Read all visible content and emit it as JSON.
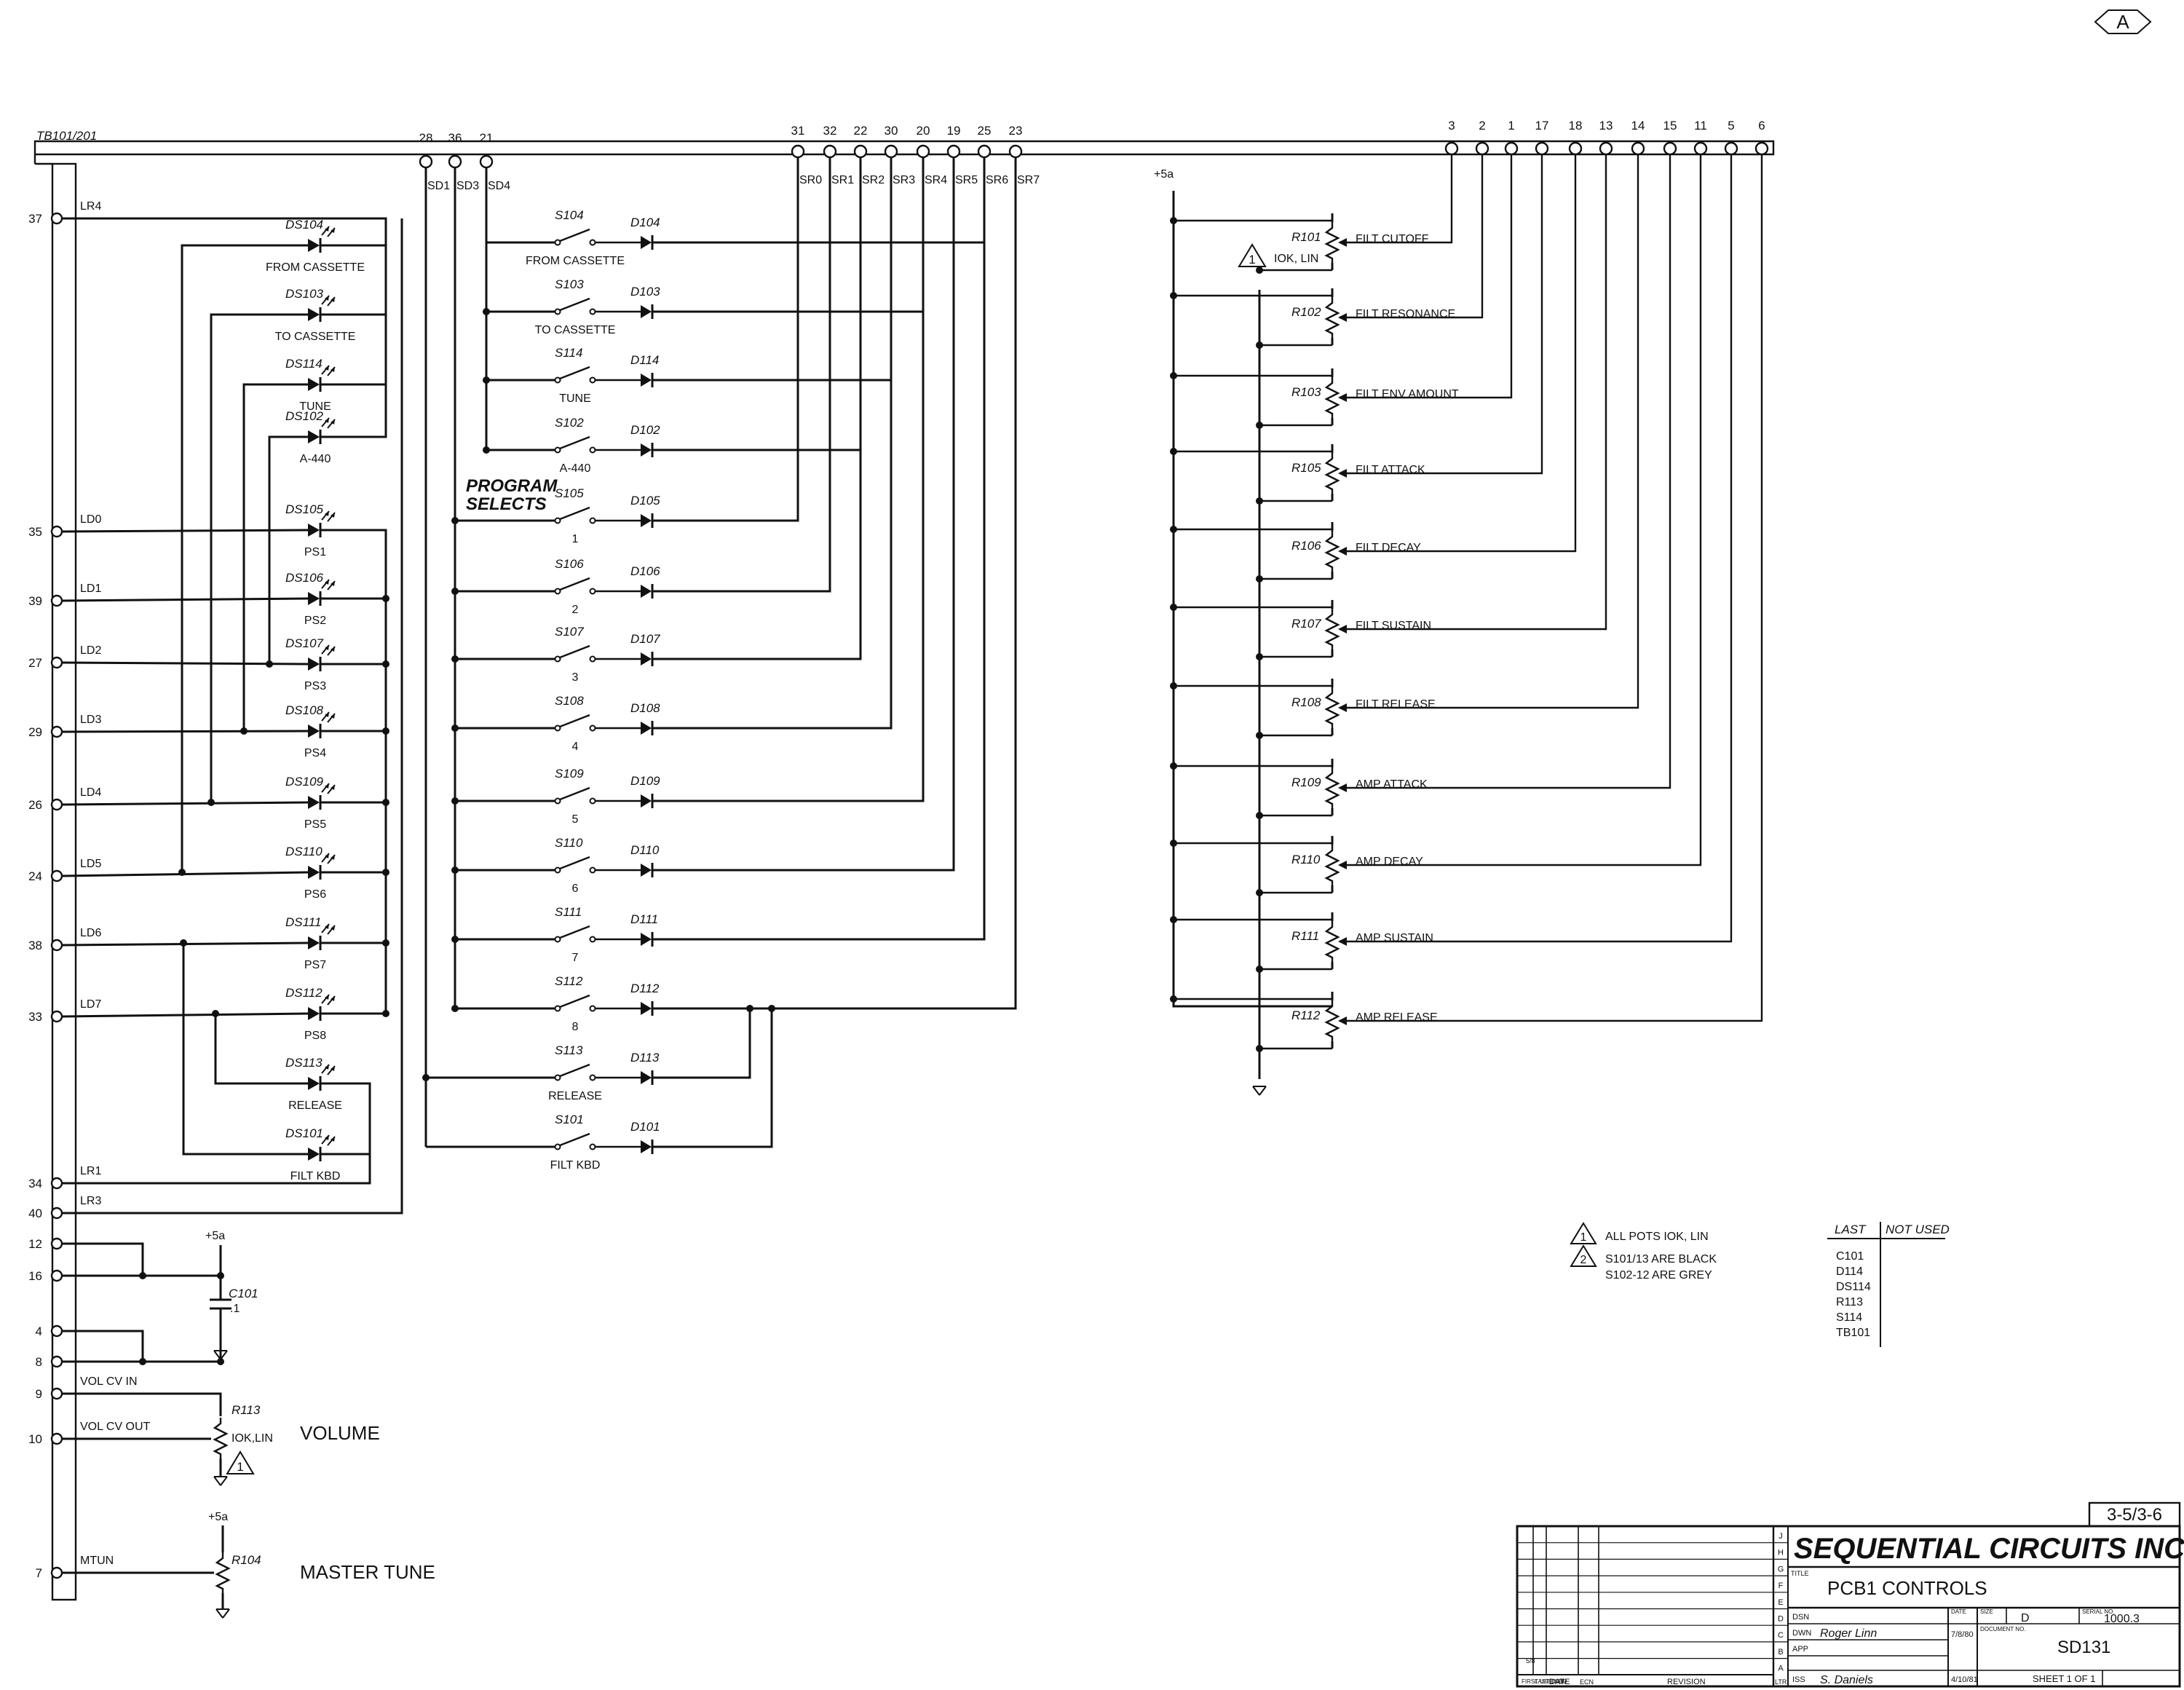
{
  "corner_mark": "A",
  "terminal_block": "TB101/201",
  "top_pins": {
    "sd": [
      {
        "num": "28",
        "net": "SD1"
      },
      {
        "num": "36",
        "net": "SD3"
      },
      {
        "num": "21",
        "net": "SD4"
      }
    ],
    "sr": [
      {
        "num": "31",
        "net": "SR0"
      },
      {
        "num": "32",
        "net": "SR1"
      },
      {
        "num": "22",
        "net": "SR2"
      },
      {
        "num": "30",
        "net": "SR3"
      },
      {
        "num": "20",
        "net": "SR4"
      },
      {
        "num": "19",
        "net": "SR5"
      },
      {
        "num": "25",
        "net": "SR6"
      },
      {
        "num": "23",
        "net": "SR7"
      }
    ],
    "pots": [
      "3",
      "2",
      "1",
      "17",
      "18",
      "13",
      "14",
      "15",
      "11",
      "5",
      "6"
    ]
  },
  "left_pins": [
    {
      "num": "37",
      "net": "LR4"
    },
    {
      "num": "35",
      "net": "LD0"
    },
    {
      "num": "39",
      "net": "LD1"
    },
    {
      "num": "27",
      "net": "LD2"
    },
    {
      "num": "29",
      "net": "LD3"
    },
    {
      "num": "26",
      "net": "LD4"
    },
    {
      "num": "24",
      "net": "LD5"
    },
    {
      "num": "38",
      "net": "LD6"
    },
    {
      "num": "33",
      "net": "LD7"
    },
    {
      "num": "34",
      "net": "LR1"
    },
    {
      "num": "40",
      "net": "LR3"
    },
    {
      "num": "12",
      "net": ""
    },
    {
      "num": "16",
      "net": ""
    },
    {
      "num": "4",
      "net": ""
    },
    {
      "num": "8",
      "net": ""
    },
    {
      "num": "9",
      "net": "VOL CV IN"
    },
    {
      "num": "10",
      "net": "VOL CV OUT"
    },
    {
      "num": "7",
      "net": "MTUN"
    }
  ],
  "leds": [
    {
      "ref": "DS104",
      "label": "FROM CASSETTE"
    },
    {
      "ref": "DS103",
      "label": "TO CASSETTE"
    },
    {
      "ref": "DS114",
      "label": "TUNE"
    },
    {
      "ref": "DS102",
      "label": "A-440"
    },
    {
      "ref": "DS105",
      "label": "PS1"
    },
    {
      "ref": "DS106",
      "label": "PS2"
    },
    {
      "ref": "DS107",
      "label": "PS3"
    },
    {
      "ref": "DS108",
      "label": "PS4"
    },
    {
      "ref": "DS109",
      "label": "PS5"
    },
    {
      "ref": "DS110",
      "label": "PS6"
    },
    {
      "ref": "DS111",
      "label": "PS7"
    },
    {
      "ref": "DS112",
      "label": "PS8"
    },
    {
      "ref": "DS113",
      "label": "RELEASE"
    },
    {
      "ref": "DS101",
      "label": "FILT KBD"
    }
  ],
  "switches": [
    {
      "ref": "S104",
      "diode": "D104",
      "label": "FROM CASSETTE"
    },
    {
      "ref": "S103",
      "diode": "D103",
      "label": "TO CASSETTE"
    },
    {
      "ref": "S114",
      "diode": "D114",
      "label": "TUNE"
    },
    {
      "ref": "S102",
      "diode": "D102",
      "label": "A-440"
    },
    {
      "ref": "S105",
      "diode": "D105",
      "label": "1"
    },
    {
      "ref": "S106",
      "diode": "D106",
      "label": "2"
    },
    {
      "ref": "S107",
      "diode": "D107",
      "label": "3"
    },
    {
      "ref": "S108",
      "diode": "D108",
      "label": "4"
    },
    {
      "ref": "S109",
      "diode": "D109",
      "label": "5"
    },
    {
      "ref": "S110",
      "diode": "D110",
      "label": "6"
    },
    {
      "ref": "S111",
      "diode": "D111",
      "label": "7"
    },
    {
      "ref": "S112",
      "diode": "D112",
      "label": "8"
    },
    {
      "ref": "S113",
      "diode": "D113",
      "label": "RELEASE"
    },
    {
      "ref": "S101",
      "diode": "D101",
      "label": "FILT KBD"
    }
  ],
  "program_selects": [
    "PROGRAM",
    "SELECTS"
  ],
  "pots": [
    {
      "ref": "R101",
      "label": "FILT CUTOFF"
    },
    {
      "ref": "R102",
      "label": "FILT RESONANCE"
    },
    {
      "ref": "R103",
      "label": "FILT ENV AMOUNT"
    },
    {
      "ref": "R105",
      "label": "FILT ATTACK"
    },
    {
      "ref": "R106",
      "label": "FILT DECAY"
    },
    {
      "ref": "R107",
      "label": "FILT SUSTAIN"
    },
    {
      "ref": "R108",
      "label": "FILT RELEASE"
    },
    {
      "ref": "R109",
      "label": "AMP ATTACK"
    },
    {
      "ref": "R110",
      "label": "AMP DECAY"
    },
    {
      "ref": "R111",
      "label": "AMP SUSTAIN"
    },
    {
      "ref": "R112",
      "label": "AMP RELEASE"
    }
  ],
  "supply": "+5a",
  "note1_mark": "1",
  "note1_text": "IOK, LIN",
  "c101": {
    "ref": "C101",
    "value": ".1"
  },
  "r113": {
    "ref": "R113",
    "value": "IOK,LIN",
    "function": "VOLUME"
  },
  "r104": {
    "ref": "R104",
    "function": "MASTER TUNE"
  },
  "notes": [
    {
      "mark": "1",
      "lines": [
        "ALL POTS IOK, LIN"
      ]
    },
    {
      "mark": "2",
      "lines": [
        "S101/13 ARE BLACK",
        "S102-12 ARE GREY"
      ]
    }
  ],
  "parts_table": {
    "headers": [
      "LAST",
      "NOT USED"
    ],
    "last": [
      "C101",
      "D114",
      "DS114",
      "R113",
      "S114",
      "TB101"
    ]
  },
  "title_block": {
    "sheet_range": "3-5/3-6",
    "company": "SEQUENTIAL CIRCUITS INC",
    "title_caption": "TITLE",
    "title": "PCB1 CONTROLS",
    "rev_letters": [
      "J",
      "H",
      "G",
      "F",
      "E",
      "D",
      "C",
      "B",
      "A"
    ],
    "dsn_caption": "DSN",
    "dwn_caption": "DWN",
    "app_caption": "APP",
    "iss_caption": "ISS",
    "date_caption": "DATE",
    "size_caption": "SIZE",
    "size": "D",
    "date": "7/8/80",
    "date2": "4/10/81",
    "serial_caption": "SERIAL NO.",
    "serial": "1000.3",
    "doc_caption": "DOCUMENT NO.",
    "doc": "SD131",
    "sheet": "SHEET 1 OF 1",
    "date_col": "DATE",
    "ecn_col": "ECN",
    "revision_col": "REVISION",
    "ltr_col": "LTR",
    "first_used_col": "FIRST USED ON",
    "last_used_col": "LAST USED",
    "first_used_val": "5/8",
    "signature_dwn": "Roger Linn",
    "signature_iss": "S. Daniels"
  }
}
